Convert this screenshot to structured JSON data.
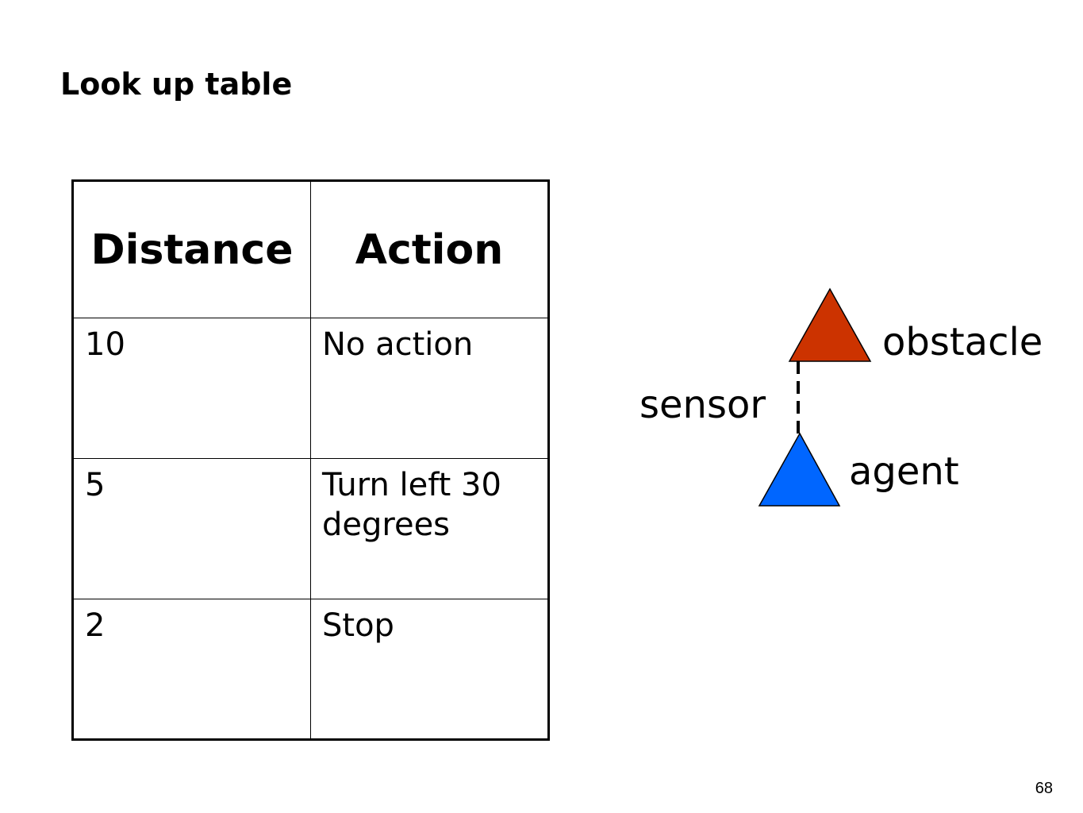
{
  "slide": {
    "title": "Look up table",
    "page_number": "68"
  },
  "table": {
    "headers": [
      "Distance",
      "Action"
    ],
    "rows": [
      {
        "distance": "10",
        "action": "No action"
      },
      {
        "distance": "5",
        "action": "Turn left 30 degrees"
      },
      {
        "distance": "2",
        "action": "Stop"
      }
    ]
  },
  "diagram": {
    "obstacle_label": "obstacle",
    "sensor_label": "sensor",
    "agent_label": "agent",
    "obstacle_color": "#cc3300",
    "agent_color": "#0066ff"
  }
}
